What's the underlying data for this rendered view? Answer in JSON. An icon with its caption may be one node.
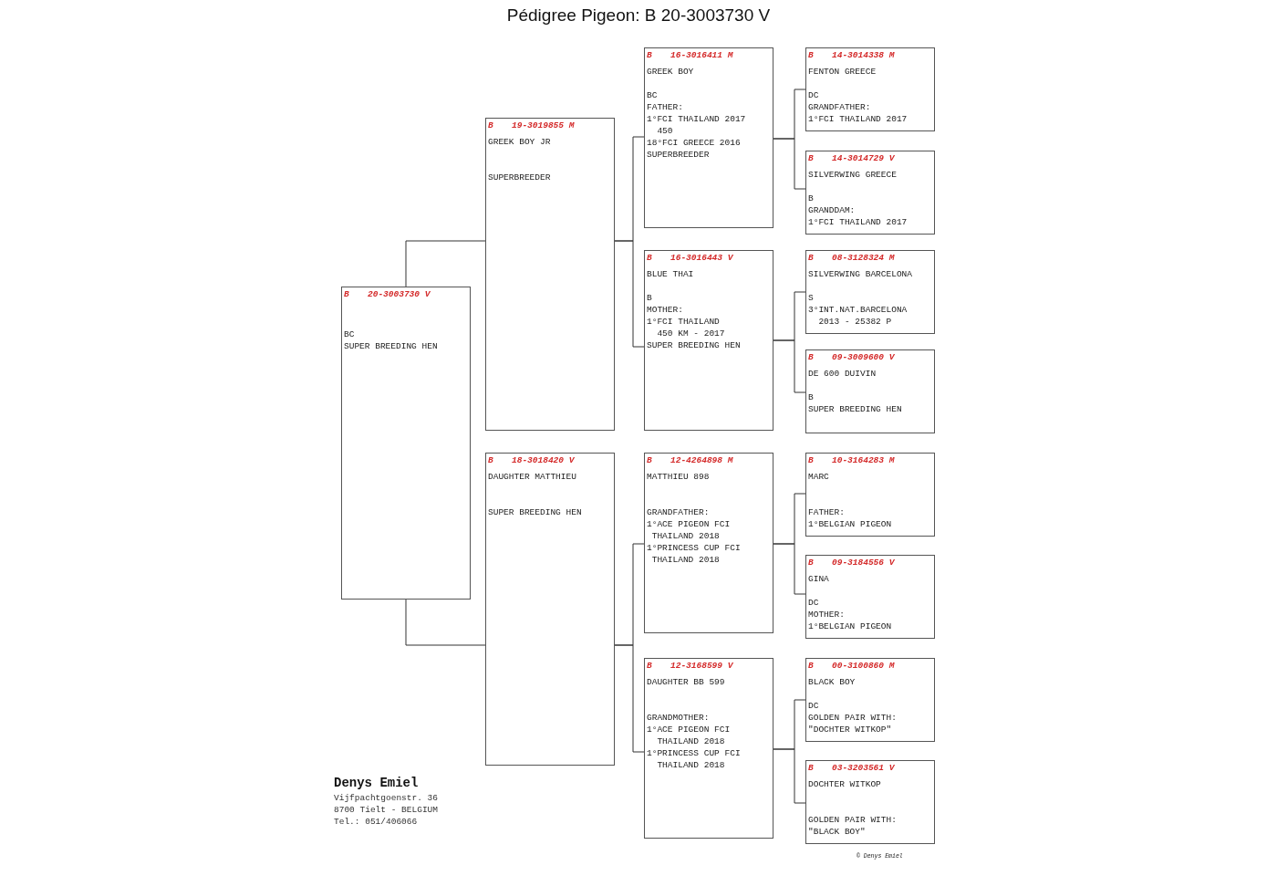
{
  "diagram": {
    "title": "Pédigree Pigeon: B 20-3003730 V",
    "nodes": [
      {
        "text": [
          "B",
          "20-3003730 V",
          "BC",
          "SUPER BREEDING HEN"
        ]
      },
      {
        "text": [
          "B",
          "19-3019855 M",
          "GREEK BOY JR",
          "SUPERBREEDER"
        ]
      },
      {
        "text": [
          "B",
          "18-3018420 V",
          "DAUGHTER MATTHIEU",
          "SUPER BREEDING HEN"
        ]
      },
      {
        "text": [
          "B",
          "16-3016411 M",
          "GREEK BOY",
          "BC",
          "FATHER:",
          "1°FCI THAILAND 2017 450",
          "18°FCI GREECE 2016",
          "SUPERBREEDER"
        ]
      },
      {
        "text": [
          "B",
          "16-3016443 V",
          "BLUE THAI",
          "B",
          "MOTHER:",
          "1°FCI THAILAND 450 KM - 2017",
          "SUPER BREEDING HEN"
        ]
      },
      {
        "text": [
          "B",
          "12-4264898 M",
          "MATTHIEU 898",
          "GRANDFATHER:",
          "1°ACE PIGEON FCI THAILAND 2018",
          "1°PRINCESS CUP FCI THAILAND 2018"
        ]
      },
      {
        "text": [
          "B",
          "12-3168599 V",
          "DAUGHTER BB 599",
          "GRANDMOTHER:",
          "1°ACE PIGEON FCI THAILAND 2018",
          "1°PRINCESS CUP FCI THAILAND 2018"
        ]
      },
      {
        "text": [
          "B",
          "14-3014338 M",
          "FENTON GREECE",
          "DC",
          "GRANDFATHER:",
          "1°FCI THAILAND 2017"
        ]
      },
      {
        "text": [
          "B",
          "14-3014729 V",
          "SILVERWING GREECE",
          "B",
          "GRANDDAM:",
          "1°FCI THAILAND 2017"
        ]
      },
      {
        "text": [
          "B",
          "08-3128324 M",
          "SILVERWING BARCELONA",
          "S",
          "3°INT.NAT.BARCELONA 2013 - 25382 P"
        ]
      },
      {
        "text": [
          "B",
          "09-3009600 V",
          "DE 600 DUIVIN",
          "B",
          "SUPER BREEDING HEN"
        ]
      },
      {
        "text": [
          "B",
          "10-3164283 M",
          "MARC",
          "FATHER:",
          "1°BELGIAN PIGEON"
        ]
      },
      {
        "text": [
          "B",
          "09-3184556 V",
          "GINA",
          "DC",
          "MOTHER:",
          "1°BELGIAN PIGEON"
        ]
      },
      {
        "text": [
          "B",
          "00-3100860 M",
          "BLACK BOY",
          "DC",
          "GOLDEN PAIR WITH:",
          "\"DOCHTER WITKOP\""
        ]
      },
      {
        "text": [
          "B",
          "03-3203561 V",
          "DOCHTER WITKOP",
          "GOLDEN PAIR WITH:",
          "\"BLACK BOY\""
        ]
      }
    ],
    "edges": [
      {
        "from": 0,
        "to": 1,
        "arrow": "none"
      },
      {
        "from": 0,
        "to": 2,
        "arrow": "none"
      },
      {
        "from": 1,
        "to": 3,
        "arrow": "none"
      },
      {
        "from": 1,
        "to": 4,
        "arrow": "none"
      },
      {
        "from": 2,
        "to": 5,
        "arrow": "none"
      },
      {
        "from": 2,
        "to": 6,
        "arrow": "none"
      },
      {
        "from": 3,
        "to": 7,
        "arrow": "none"
      },
      {
        "from": 3,
        "to": 8,
        "arrow": "none"
      },
      {
        "from": 4,
        "to": 9,
        "arrow": "none"
      },
      {
        "from": 4,
        "to": 10,
        "arrow": "none"
      },
      {
        "from": 5,
        "to": 11,
        "arrow": "none"
      },
      {
        "from": 5,
        "to": 12,
        "arrow": "none"
      },
      {
        "from": 6,
        "to": 13,
        "arrow": "none"
      },
      {
        "from": 6,
        "to": 14,
        "arrow": "none"
      }
    ],
    "labels": [
      "Denys Emiel",
      "Vijfpachtgoenstr. 36",
      "8700 Tielt - BELGIUM",
      "Tel.: 051/406066",
      "© Denys Emiel"
    ]
  }
}
